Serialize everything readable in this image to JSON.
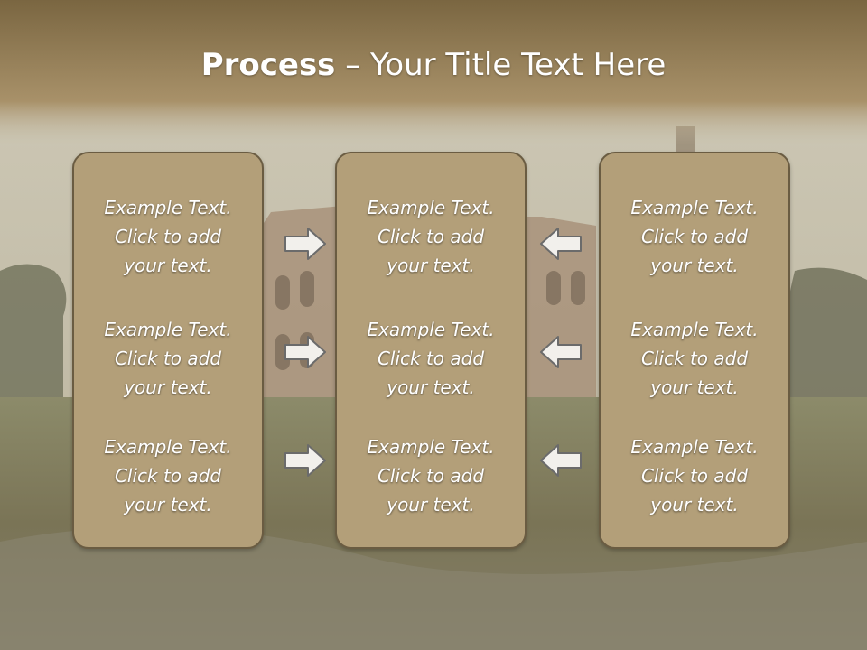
{
  "title": {
    "bold": "Process",
    "rest": " – Your Title Text Here"
  },
  "panels": [
    {
      "items": [
        {
          "line1": "Example Text.",
          "line2": "Click  to add",
          "line3": "your text."
        },
        {
          "line1": "Example Text.",
          "line2": "Click  to add",
          "line3": "your text."
        },
        {
          "line1": "Example Text.",
          "line2": "Click  to add",
          "line3": "your text."
        }
      ]
    },
    {
      "items": [
        {
          "line1": "Example Text.",
          "line2": "Click  to add",
          "line3": "your text."
        },
        {
          "line1": "Example Text.",
          "line2": "Click  to add",
          "line3": "your text."
        },
        {
          "line1": "Example Text.",
          "line2": "Click  to add",
          "line3": "your text."
        }
      ]
    },
    {
      "items": [
        {
          "line1": "Example Text.",
          "line2": "Click  to add",
          "line3": "your text."
        },
        {
          "line1": "Example Text.",
          "line2": "Click  to add",
          "line3": "your text."
        },
        {
          "line1": "Example Text.",
          "line2": "Click  to add",
          "line3": "your text."
        }
      ]
    }
  ],
  "arrows": {
    "left_column": "arrow-right-icon",
    "right_column": "arrow-left-icon"
  },
  "colors": {
    "panel_fill": "#b39f79",
    "panel_border": "#6a5c42",
    "title_band": "#7f6a47"
  }
}
